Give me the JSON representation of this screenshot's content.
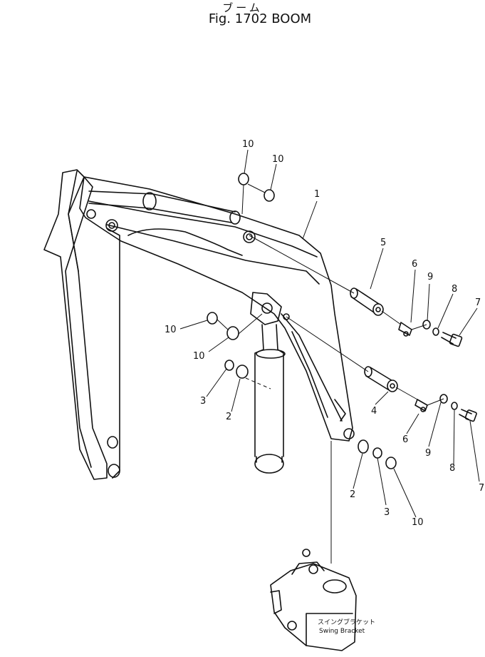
{
  "title": {
    "japanese": "ブーム",
    "english": "Fig. 1702 BOOM"
  },
  "callouts": {
    "c1": "1",
    "c2a": "2",
    "c2b": "2",
    "c3a": "3",
    "c3b": "3",
    "c4": "4",
    "c5": "5",
    "c6a": "6",
    "c6b": "6",
    "c7a": "7",
    "c7b": "7",
    "c8a": "8",
    "c8b": "8",
    "c9a": "9",
    "c9b": "9",
    "c10a": "10",
    "c10b": "10",
    "c10c": "10",
    "c10d": "10",
    "c10e": "10"
  },
  "swing_bracket": {
    "label_jp": "スイングブラケット",
    "label_en": "Swing Bracket"
  }
}
